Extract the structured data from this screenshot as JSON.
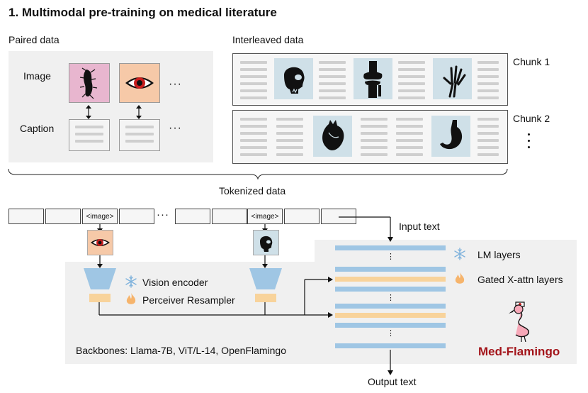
{
  "title": "1. Multimodal pre-training on medical literature",
  "paired": {
    "heading": "Paired data",
    "image_label": "Image",
    "caption_label": "Caption",
    "ellipsis": "···"
  },
  "interleaved": {
    "heading": "Interleaved data",
    "chunk1": "Chunk 1",
    "chunk2": "Chunk 2",
    "vdots": "⋮"
  },
  "tokenized_label": "Tokenized data",
  "tokens": {
    "image_token": "<image>",
    "dots": "···"
  },
  "input_text": "Input text",
  "output_text": "Output text",
  "vision": {
    "encoder": "Vision encoder",
    "resampler": "Perceiver Resampler"
  },
  "lm": {
    "layers": "LM layers",
    "gated": "Gated X-attn layers",
    "dots": "⋮"
  },
  "backbones": "Backbones: Llama-7B, ViT/L-14, OpenFlamingo",
  "brand": "Med-Flamingo",
  "colors": {
    "blue": "#9fc6e4",
    "orange": "#f8d39b",
    "brand_red": "#a3141a",
    "panel": "#f0f0f0",
    "pink": "#e8b6cf",
    "peach": "#f6c9a8",
    "slate": "#cfe0e8"
  },
  "icons": {
    "snowflake": "snowflake-icon",
    "flame": "flame-icon",
    "bacterium": "bacterium-icon",
    "eye": "eye-icon",
    "skull": "skull-icon",
    "knee": "knee-icon",
    "hand": "hand-xray-icon",
    "heart": "heart-icon",
    "stomach": "stomach-icon",
    "flamingo": "flamingo-icon"
  }
}
